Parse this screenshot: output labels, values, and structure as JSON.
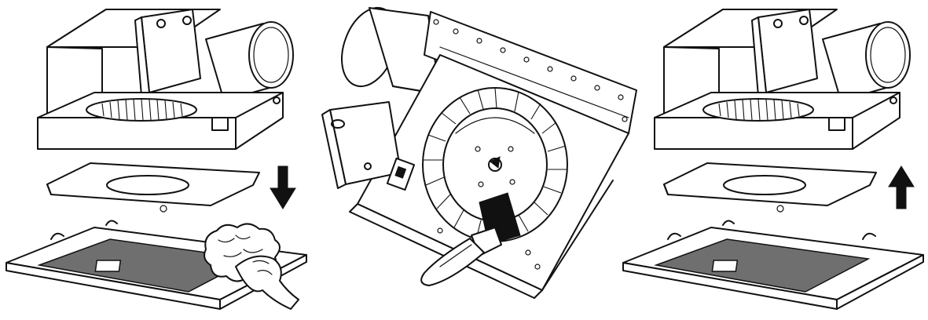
{
  "figure": {
    "panels": [
      {
        "id": "remove-grille",
        "arrow": "down"
      },
      {
        "id": "brush-blower-wheel",
        "arrow": "none"
      },
      {
        "id": "reinstall-grille",
        "arrow": "up"
      }
    ],
    "colors": {
      "line": "#111111",
      "grille_filter": "#6f6f6f",
      "background": "#ffffff"
    }
  }
}
